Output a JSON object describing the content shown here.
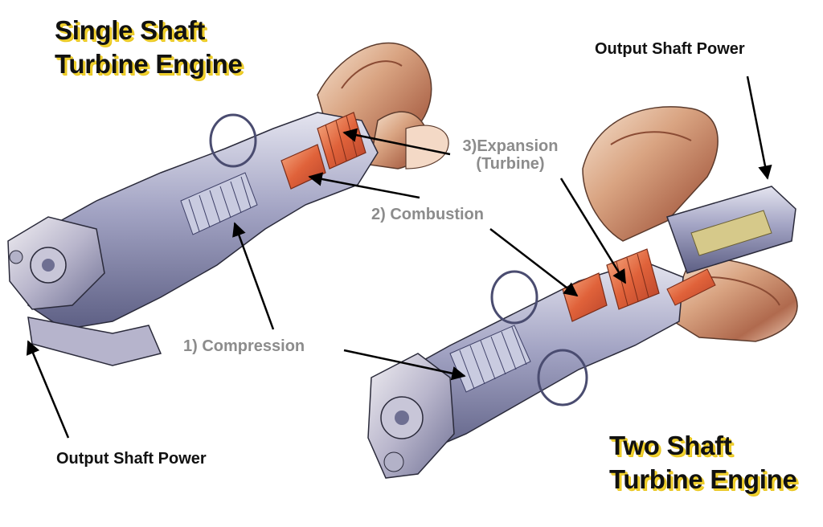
{
  "titles": {
    "single_line1": "Single Shaft",
    "single_line2": "Turbine Engine",
    "two_line1": "Two Shaft",
    "two_line2": "Turbine Engine"
  },
  "labels": {
    "output_top": "Output Shaft Power",
    "output_bottom": "Output Shaft Power",
    "expansion_line1": "3)Expansion",
    "expansion_line2": "(Turbine)",
    "combustion": "2) Combustion",
    "compression": "1) Compression"
  },
  "colors": {
    "title_highlight": "#f1d230",
    "stage_label": "#8c8c8c",
    "hot_section": "#e06a3a",
    "casing": "#a7a8c6",
    "outline": "#2a2a3a"
  }
}
